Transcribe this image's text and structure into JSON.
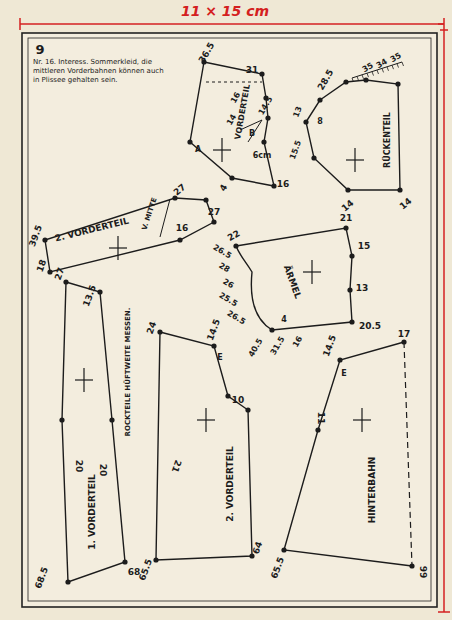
{
  "diagram": {
    "labels": [
      "11 × 15 cm",
      "9",
      "Nr. 16. Interess. Sommerkleid, die mittleren Vorderbahnen können auch in Plissee gehalten sein.",
      "VORDERTEIL",
      "36.5",
      "31",
      "16",
      "14",
      "14.5",
      "B",
      "6cm",
      "A",
      "4",
      "16",
      "RÜCKENTEIL",
      "28.5",
      "35",
      "34",
      "35",
      "13",
      "8",
      "15.5",
      "14",
      "14",
      "2. VORDERTEIL",
      "V. MITTE",
      "27",
      "27",
      "16",
      "39.5",
      "18",
      "ÄRMEL",
      "22",
      "21",
      "15",
      "13",
      "20.5",
      "26.5",
      "28",
      "26",
      "25.5",
      "26.5",
      "4",
      "16",
      "31.5",
      "40.5",
      "1. VORDERTEIL",
      "27",
      "13.5",
      "20",
      "20",
      "ROCKTEILE HÜFTWEITE MESSEN.",
      "68.5",
      "68",
      "24",
      "14.5",
      "E",
      "21",
      "10",
      "2. VORDERTEIL",
      "65.5",
      "64",
      "14.5",
      "E",
      "17",
      "11",
      "HINTERBAHN",
      "65.5",
      "66"
    ]
  }
}
